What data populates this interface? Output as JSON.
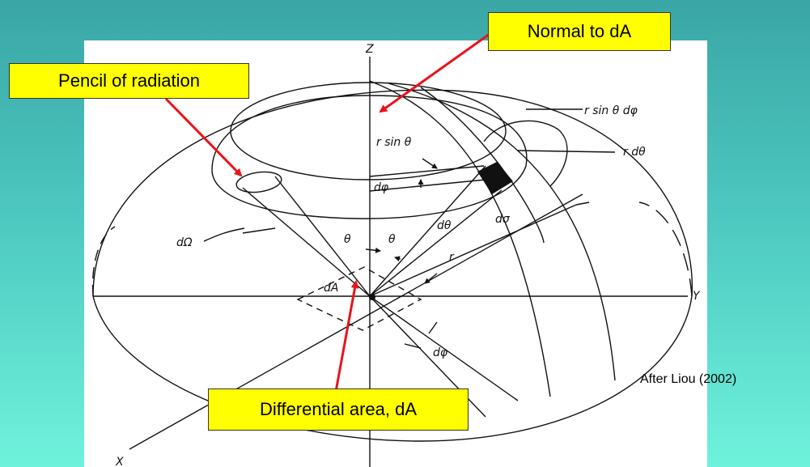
{
  "callouts": {
    "pencil": "Pencil of radiation",
    "normal": "Normal to dA",
    "differential": "Differential area, dA"
  },
  "credit": "After Liou (2002)",
  "diagram_labels": {
    "z_axis": "Z",
    "y_axis": "Y",
    "x_axis": "X",
    "r_sin_theta_dphi": "r sin θ dφ",
    "r_dtheta": "r dθ",
    "r_sin_theta": "r sin θ",
    "d_phi_upper": "dφ",
    "d_theta": "dθ",
    "d_sigma": "dσ",
    "r": "r",
    "theta_left": "θ",
    "theta_right": "θ",
    "d_omega": "dΩ",
    "d_a": "dA",
    "d_phi_lower": "dφ"
  },
  "colors": {
    "callout_fill": "#ffff00",
    "arrow": "#e8141b",
    "background_top": "#3aa6a6",
    "background_bottom": "#6ff2dc"
  }
}
